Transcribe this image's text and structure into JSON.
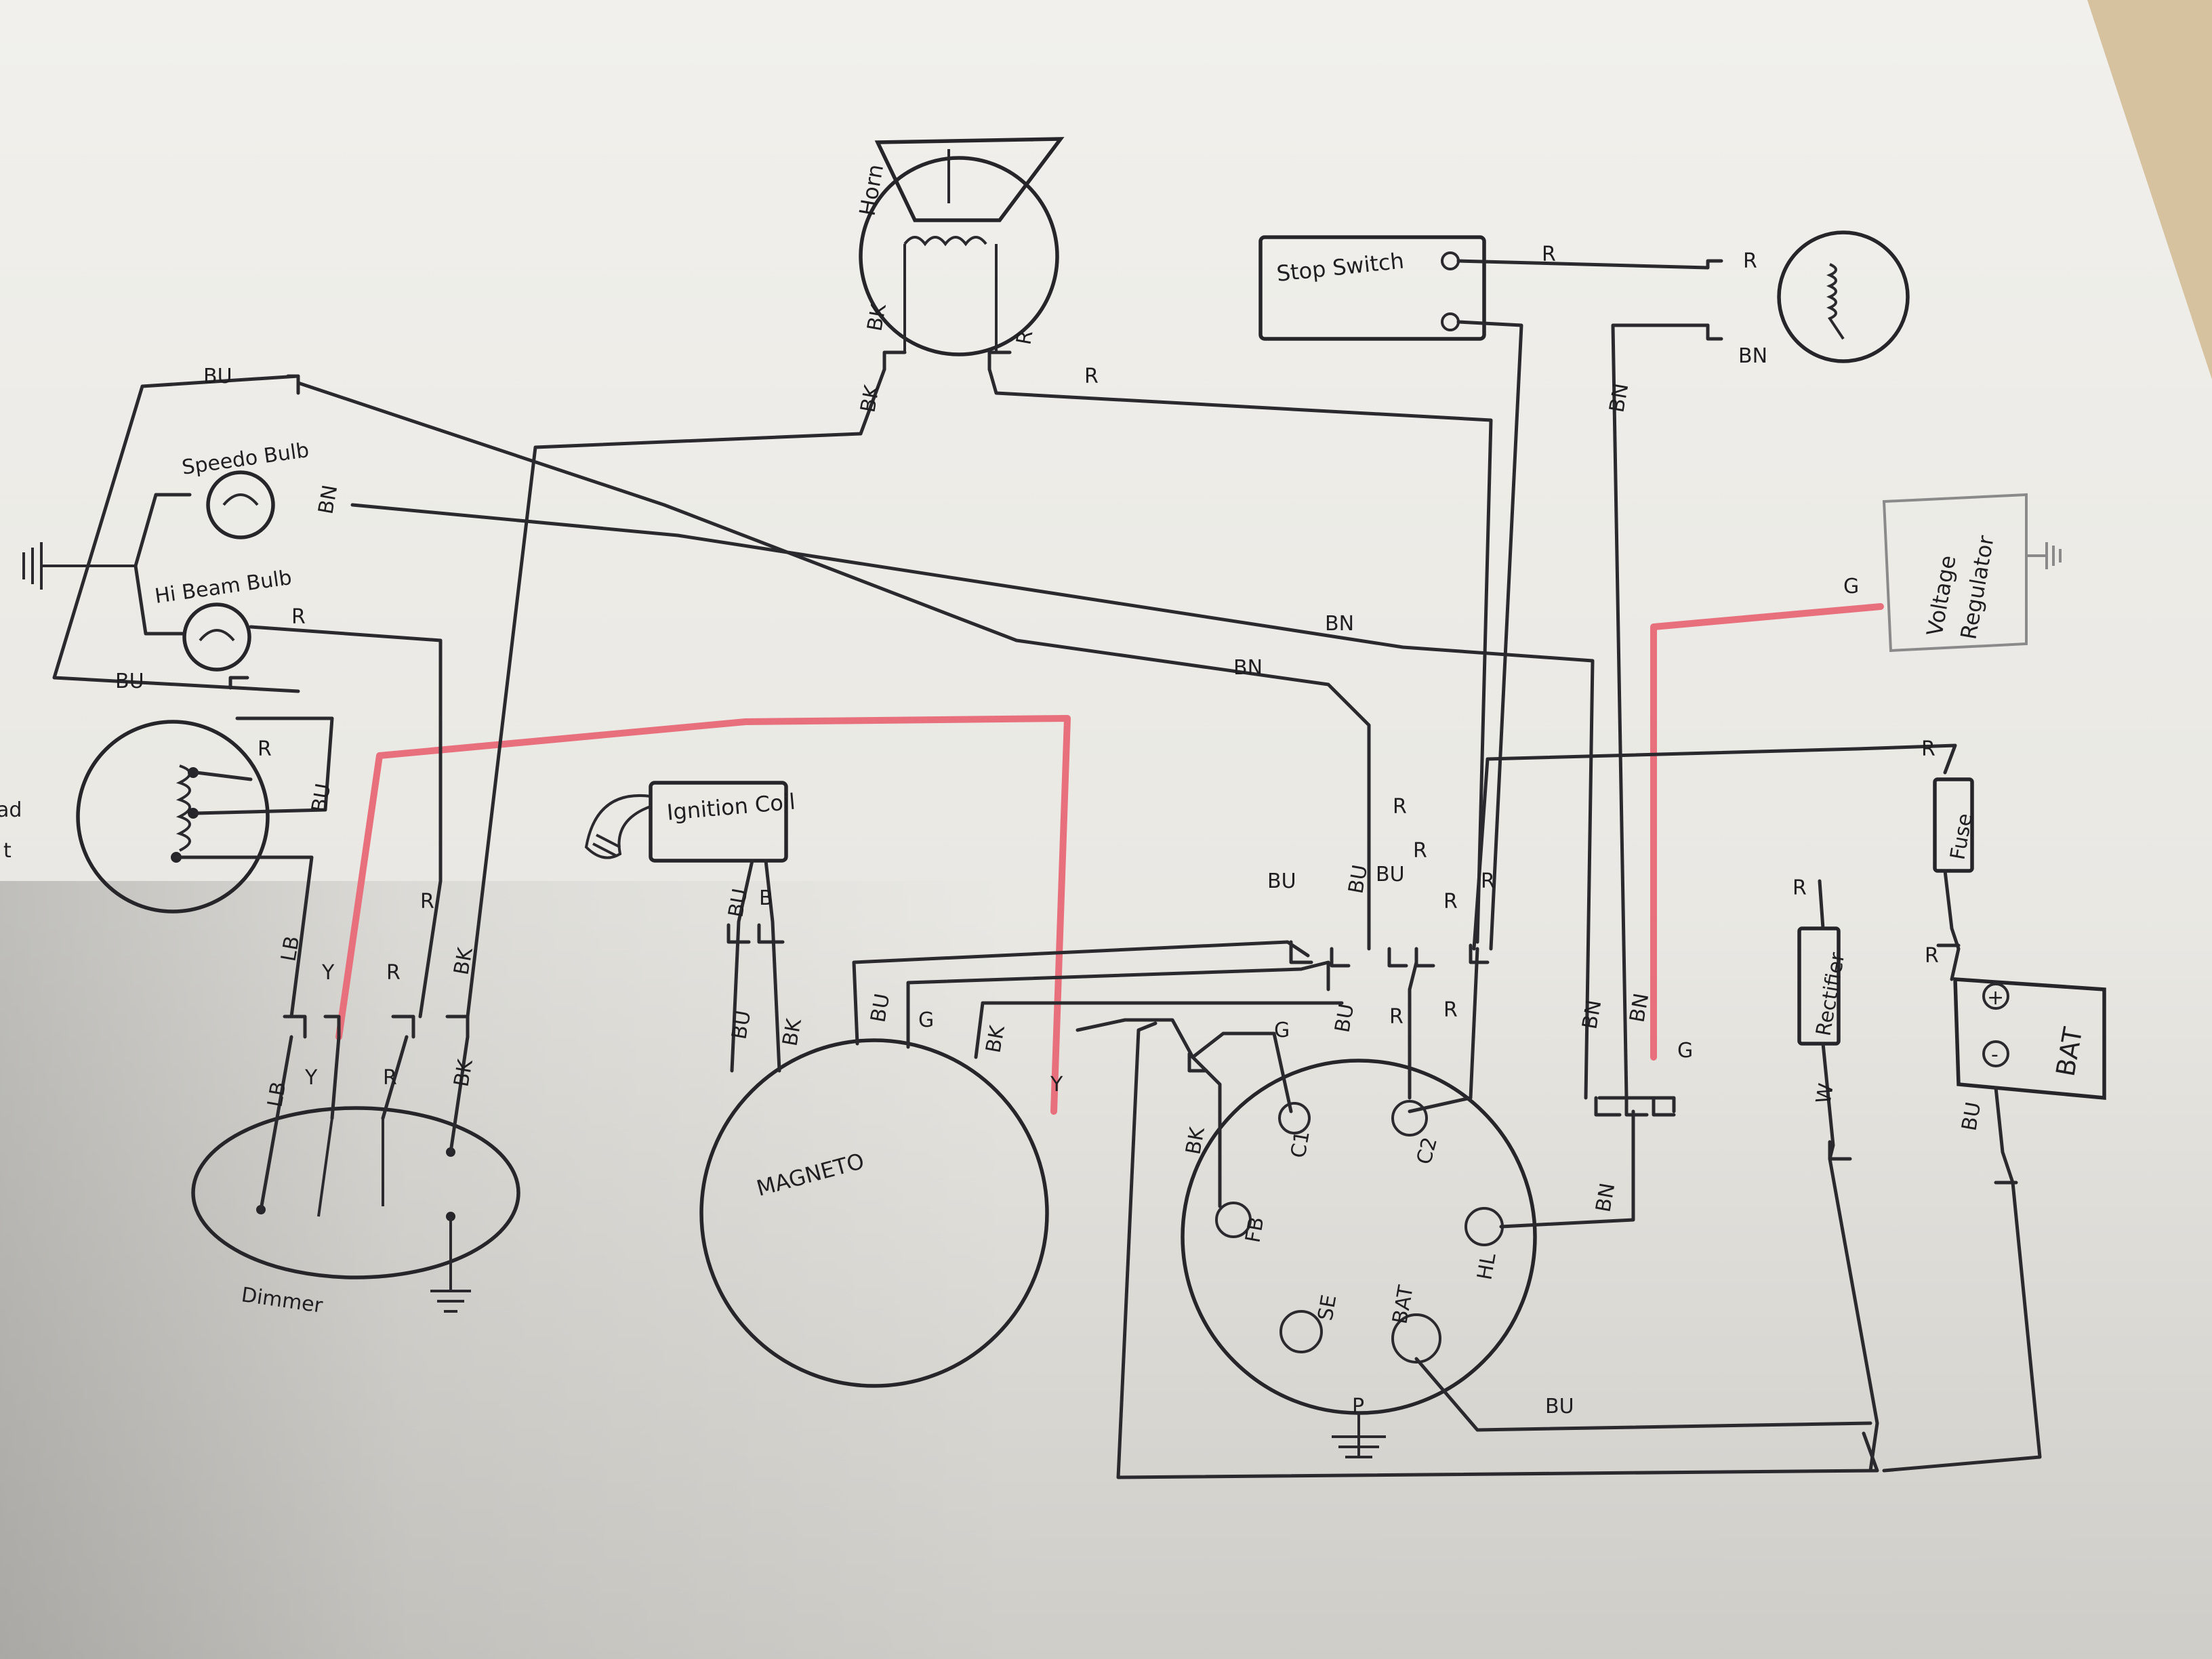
{
  "colors": {
    "ink": "#26262a",
    "red_wire": "#e8707d",
    "paper": "#efeeea",
    "desk": "#d7c2a0"
  },
  "components": {
    "horn": "Horn",
    "stop_switch": "Stop Switch",
    "speedo_bulb": "Speedo Bulb",
    "hi_beam_bulb": "Hi Beam Bulb",
    "headlight_fragment_1": "ad",
    "headlight_fragment_2": "t",
    "ignition_coil": "Ignition Coil",
    "magneto": "MAGNETO",
    "dimmer": "Dimmer",
    "voltage_regulator_1": "Voltage",
    "voltage_regulator_2": "Regulator",
    "rectifier": "Rectifier",
    "fuse": "Fuse",
    "battery": "BAT",
    "battery_plus": "+",
    "battery_minus": "-"
  },
  "terminals": {
    "c1": "C1",
    "c2": "C2",
    "fb": "FB",
    "hl": "HL",
    "se": "SE",
    "bat": "BAT",
    "p": "P"
  },
  "wire_labels": {
    "bu": "BU",
    "bk": "BK",
    "bn": "BN",
    "r": "R",
    "y": "Y",
    "g": "G",
    "w": "W",
    "lb": "LB",
    "b": "B"
  }
}
